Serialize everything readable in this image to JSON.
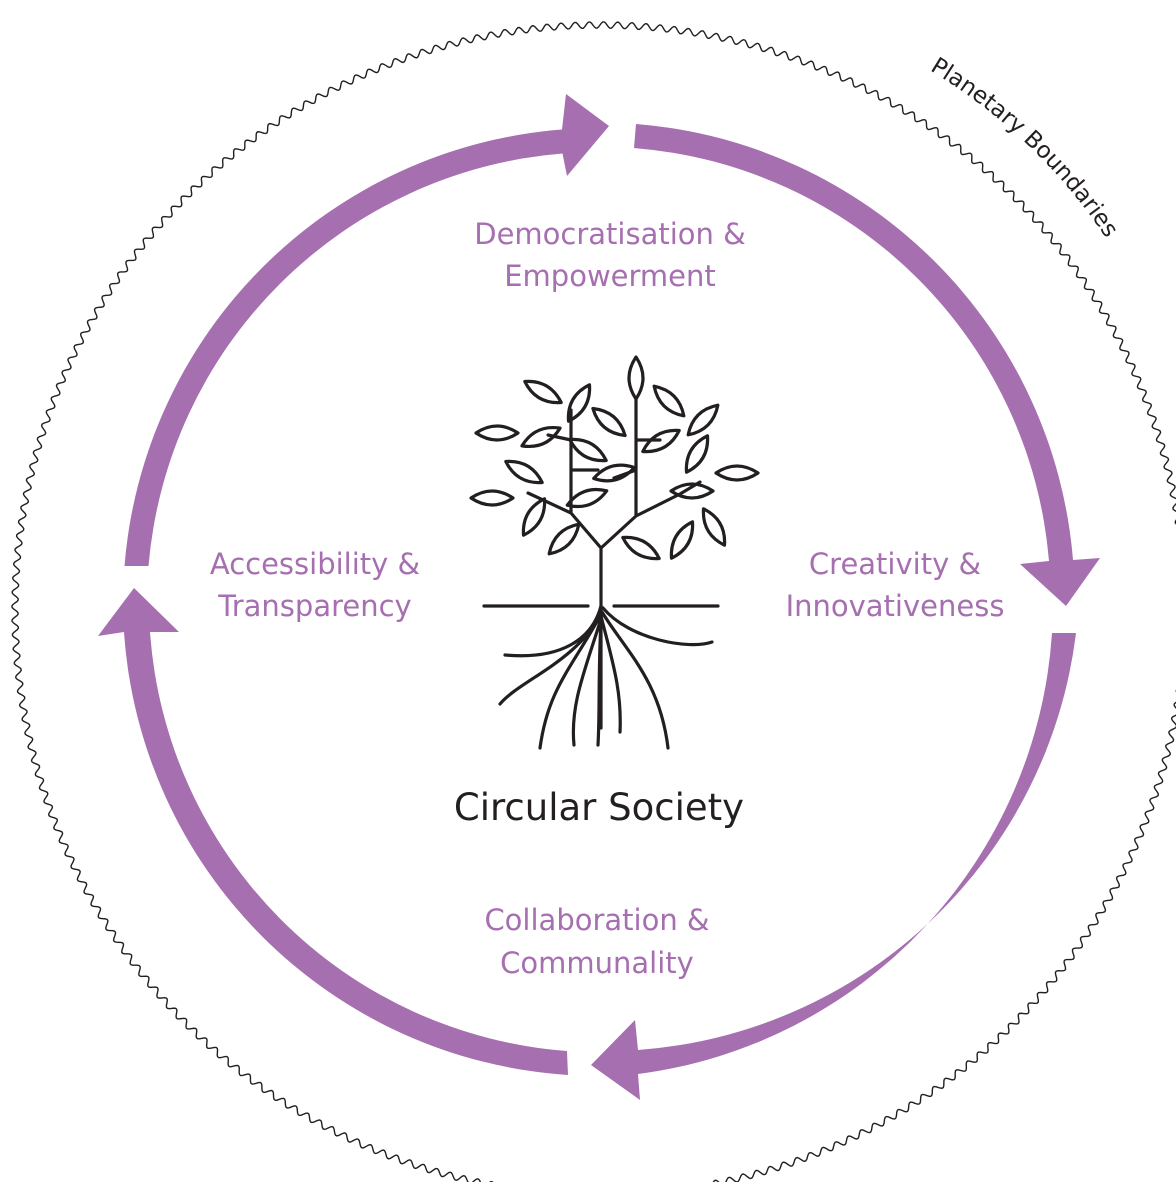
{
  "center": {
    "title": "Circular Society",
    "icon": "tree-with-roots-icon"
  },
  "boundary": {
    "label": "Planetary Boundaries"
  },
  "pillars": {
    "top": [
      "Democratisation &",
      "Empowerment"
    ],
    "right": [
      "Creativity &",
      "Innovativeness"
    ],
    "bottom": [
      "Collaboration &",
      "Communality"
    ],
    "left": [
      "Accessibility &",
      "Transparency"
    ]
  },
  "colors": {
    "accent": "#a66fb0",
    "ink": "#231f20",
    "background": "#ffffff"
  }
}
